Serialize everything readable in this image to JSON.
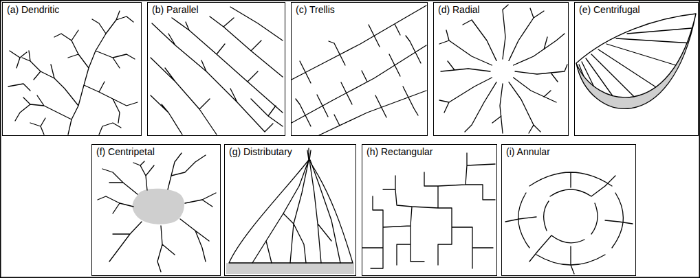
{
  "diagram": {
    "nodes": [
      {
        "text": [
          "(a) Dendritic"
        ]
      },
      {
        "text": [
          "(b) Parallel"
        ]
      },
      {
        "text": [
          "(c) Trellis"
        ]
      },
      {
        "text": [
          "(d) Radial"
        ]
      },
      {
        "text": [
          "(e) Centrifugal"
        ]
      },
      {
        "text": [
          "(f) Centripetal"
        ]
      },
      {
        "text": [
          "(g) Distributary"
        ]
      },
      {
        "text": [
          "(h) Rectangular"
        ]
      },
      {
        "text": [
          "(i) Annular"
        ]
      }
    ]
  }
}
